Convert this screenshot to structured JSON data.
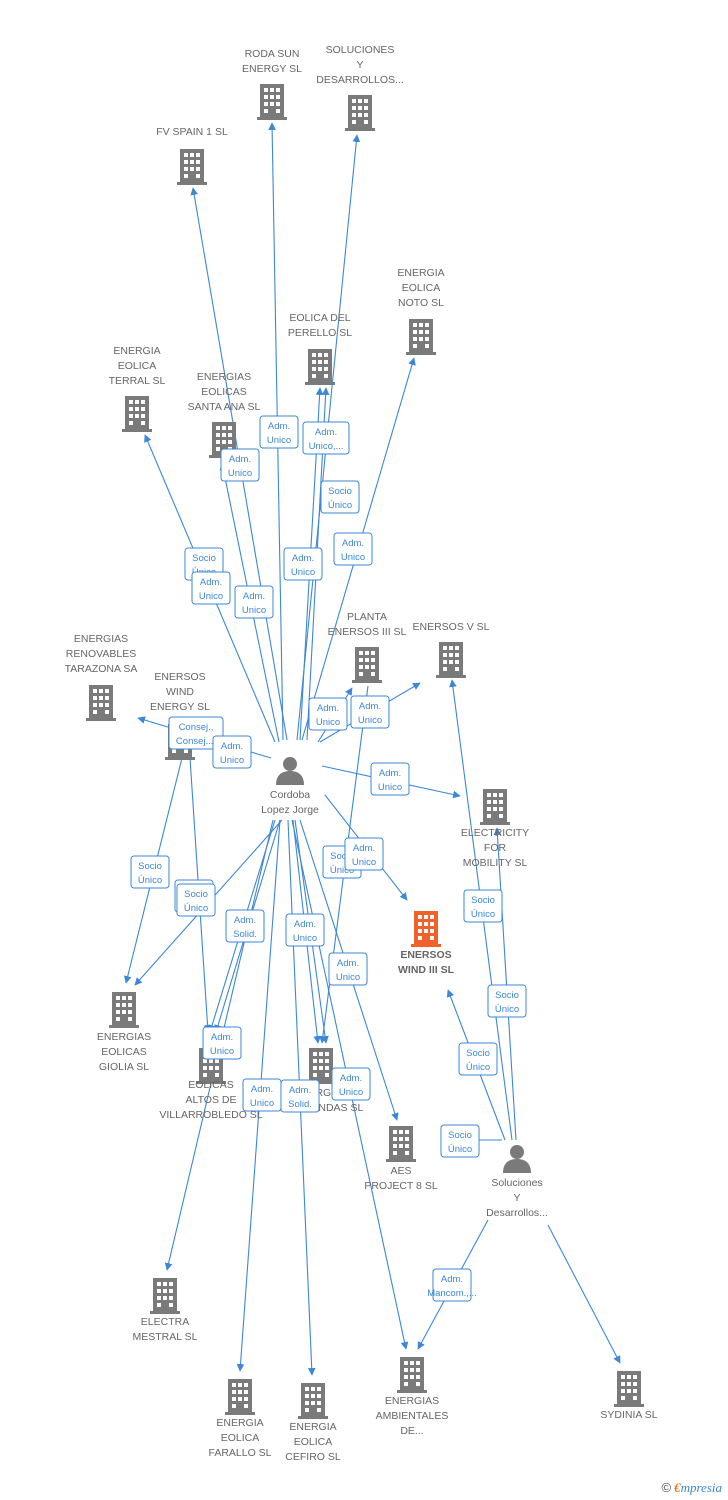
{
  "colors": {
    "edge": "#3d87d6",
    "company": "#7a7a7a",
    "focus": "#f0622a",
    "person": "#7a7a7a",
    "label": "#666666"
  },
  "nodes": [
    {
      "id": "roda",
      "type": "company",
      "label": [
        "RODA SUN",
        "ENERGY SL"
      ]
    },
    {
      "id": "soluciones_top",
      "type": "company",
      "label": [
        "SOLUCIONES",
        "Y",
        "DESARROLLOS..."
      ]
    },
    {
      "id": "fv",
      "type": "company",
      "label": [
        "FV SPAIN 1  SL"
      ]
    },
    {
      "id": "noto",
      "type": "company",
      "label": [
        "ENERGIA",
        "EOLICA",
        "NOTO  SL"
      ]
    },
    {
      "id": "perello",
      "type": "company",
      "label": [
        "EOLICA DEL",
        "PERELLO SL"
      ]
    },
    {
      "id": "terral",
      "type": "company",
      "label": [
        "ENERGIA",
        "EOLICA",
        "TERRAL  SL"
      ]
    },
    {
      "id": "santa",
      "type": "company",
      "label": [
        "ENERGIAS",
        "EOLICAS",
        "SANTA ANA SL"
      ]
    },
    {
      "id": "tarazona",
      "type": "company",
      "label": [
        "ENERGIAS",
        "RENOVABLES",
        "TARAZONA SA"
      ]
    },
    {
      "id": "wind",
      "type": "company",
      "label": [
        "ENERSOS",
        "WIND",
        "ENERGY  SL"
      ]
    },
    {
      "id": "planta",
      "type": "company",
      "label": [
        "PLANTA",
        "ENERSOS III SL"
      ]
    },
    {
      "id": "enersosv",
      "type": "company",
      "label": [
        "ENERSOS V SL"
      ]
    },
    {
      "id": "electricity",
      "type": "company",
      "label": [
        "ELECTRICITY",
        "FOR",
        "MOBILITY  SL"
      ]
    },
    {
      "id": "focus",
      "type": "focus",
      "label": [
        "ENERSOS",
        "WIND III  SL"
      ]
    },
    {
      "id": "giolia",
      "type": "company",
      "label": [
        "ENERGIAS",
        "EOLICAS",
        "GIOLIA SL"
      ]
    },
    {
      "id": "altos",
      "type": "company",
      "label": [
        "EOLICAS",
        "ALTOS DE",
        "VILLARROBLEDO SL"
      ]
    },
    {
      "id": "contiendas",
      "type": "company",
      "label": [
        "ENERGIAS",
        "CONTIENDAS SL"
      ]
    },
    {
      "id": "aes",
      "type": "company",
      "label": [
        "AES",
        "PROJECT 8  SL"
      ]
    },
    {
      "id": "mestral",
      "type": "company",
      "label": [
        "ELECTRA",
        "MESTRAL SL"
      ]
    },
    {
      "id": "farallo",
      "type": "company",
      "label": [
        "ENERGIA",
        "EOLICA",
        "FARALLO  SL"
      ]
    },
    {
      "id": "cefiro",
      "type": "company",
      "label": [
        "ENERGIA",
        "EOLICA",
        "CEFIRO  SL"
      ]
    },
    {
      "id": "ambientales",
      "type": "company",
      "label": [
        "ENERGIAS",
        "AMBIENTALES",
        "DE..."
      ]
    },
    {
      "id": "sydinia",
      "type": "company",
      "label": [
        "SYDINIA  SL"
      ]
    },
    {
      "id": "cordoba",
      "type": "person",
      "label": [
        "Cordoba",
        "Lopez Jorge"
      ]
    },
    {
      "id": "soluciones_p",
      "type": "person",
      "label": [
        "Soluciones",
        "Y",
        "Desarrollos..."
      ]
    }
  ],
  "edges": [
    {
      "from": "cordoba",
      "to": "roda"
    },
    {
      "from": "cordoba",
      "to": "soluciones_top"
    },
    {
      "from": "cordoba",
      "to": "fv"
    },
    {
      "from": "cordoba",
      "to": "noto"
    },
    {
      "from": "cordoba",
      "to": "perello"
    },
    {
      "from": "cordoba",
      "to": "perello"
    },
    {
      "from": "cordoba",
      "to": "terral"
    },
    {
      "from": "cordoba",
      "to": "santa"
    },
    {
      "from": "cordoba",
      "to": "tarazona"
    },
    {
      "from": "cordoba",
      "to": "planta"
    },
    {
      "from": "cordoba",
      "to": "enersosv"
    },
    {
      "from": "cordoba",
      "to": "electricity"
    },
    {
      "from": "cordoba",
      "to": "focus"
    },
    {
      "from": "cordoba",
      "to": "giolia"
    },
    {
      "from": "cordoba",
      "to": "altos"
    },
    {
      "from": "cordoba",
      "to": "altos"
    },
    {
      "from": "cordoba",
      "to": "contiendas"
    },
    {
      "from": "cordoba",
      "to": "contiendas"
    },
    {
      "from": "cordoba",
      "to": "aes"
    },
    {
      "from": "cordoba",
      "to": "mestral"
    },
    {
      "from": "cordoba",
      "to": "farallo"
    },
    {
      "from": "cordoba",
      "to": "cefiro"
    },
    {
      "from": "cordoba",
      "to": "ambientales"
    },
    {
      "from": "wind",
      "to": "giolia"
    },
    {
      "from": "wind",
      "to": "altos"
    },
    {
      "from": "planta",
      "to": "contiendas"
    },
    {
      "from": "soluciones_p",
      "to": "enersosv"
    },
    {
      "from": "soluciones_p",
      "to": "electricity"
    },
    {
      "from": "soluciones_p",
      "to": "focus"
    },
    {
      "from": "soluciones_p",
      "to": "aes"
    },
    {
      "from": "soluciones_p",
      "to": "ambientales"
    },
    {
      "from": "soluciones_p",
      "to": "sydinia"
    }
  ],
  "badges": [
    {
      "lines": [
        "Adm.",
        "Unico"
      ]
    },
    {
      "lines": [
        "Adm.",
        "Unico,..."
      ]
    },
    {
      "lines": [
        "Adm.",
        "Unico"
      ]
    },
    {
      "lines": [
        "Socio",
        "Único"
      ]
    },
    {
      "lines": [
        "Adm.",
        "Unico"
      ]
    },
    {
      "lines": [
        "Socio",
        "Único"
      ]
    },
    {
      "lines": [
        "Adm.",
        "Unico"
      ]
    },
    {
      "lines": [
        "Adm.",
        "Unico"
      ]
    },
    {
      "lines": [
        "Adm.",
        "Unico"
      ]
    },
    {
      "lines": [
        "Adm.",
        "Unico"
      ]
    },
    {
      "lines": [
        "Adm.",
        "Unico"
      ]
    },
    {
      "lines": [
        "Consej.,",
        "Consej...."
      ]
    },
    {
      "lines": [
        "Adm.",
        "Unico"
      ]
    },
    {
      "lines": [
        "Adm.",
        "Unico"
      ]
    },
    {
      "lines": [
        "Socio",
        "Único"
      ]
    },
    {
      "lines": [
        "Adm.",
        "Unico"
      ]
    },
    {
      "lines": [
        "Socio",
        "Único"
      ]
    },
    {
      "lines": [
        "Socio",
        "Único"
      ]
    },
    {
      "lines": [
        "Socio",
        "Único"
      ]
    },
    {
      "lines": [
        "Adm.",
        "Solid."
      ]
    },
    {
      "lines": [
        "Adm.",
        "Unico"
      ]
    },
    {
      "lines": [
        "Socio",
        "Único"
      ]
    },
    {
      "lines": [
        "Adm.",
        "Unico"
      ]
    },
    {
      "lines": [
        "Socio",
        "Único"
      ]
    },
    {
      "lines": [
        "Adm.",
        "Unico"
      ]
    },
    {
      "lines": [
        "Adm.",
        "Unico"
      ]
    },
    {
      "lines": [
        "Adm.",
        "Solid."
      ]
    },
    {
      "lines": [
        "Adm.",
        "Unico"
      ]
    },
    {
      "lines": [
        "Socio",
        "Único"
      ]
    },
    {
      "lines": [
        "Socio",
        "Único"
      ]
    },
    {
      "lines": [
        "Adm.",
        "Mancom.,..."
      ]
    }
  ],
  "footer": {
    "copyright": "©",
    "brand_first": "€",
    "brand_rest": "mpresia"
  }
}
